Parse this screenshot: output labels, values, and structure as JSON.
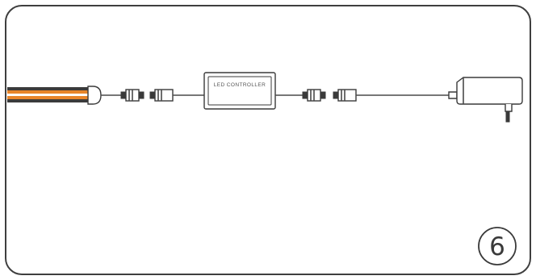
{
  "controller": {
    "label": "LED CONTROLLER"
  },
  "step": {
    "number": "6"
  },
  "colors": {
    "strip_light": "#e8852a",
    "strip_dark": "#3b3b3b",
    "line": "#3a3a3a",
    "background": "#ffffff"
  },
  "components": [
    "led-strip",
    "dc-connector-pair",
    "led-controller",
    "dc-connector-pair",
    "power-adapter"
  ]
}
